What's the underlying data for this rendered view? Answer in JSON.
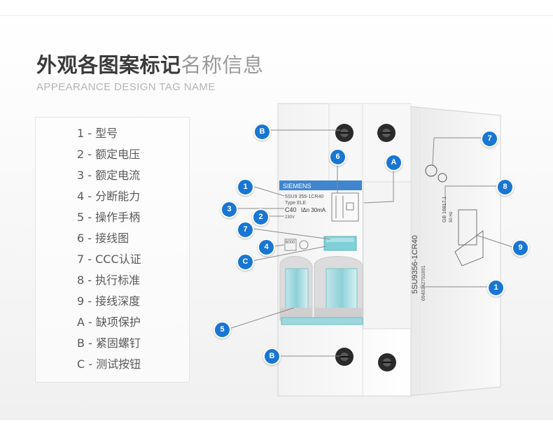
{
  "header": {
    "title_dark": "外观各图案标记",
    "title_light": "名称信息",
    "subtitle": "APPEARANCE DESIGN TAG NAME"
  },
  "legend": {
    "items": [
      {
        "key": "1",
        "label": "1 - 型号"
      },
      {
        "key": "2",
        "label": "2 - 额定电压"
      },
      {
        "key": "3",
        "label": "3 - 额定电流"
      },
      {
        "key": "4",
        "label": "4 - 分断能力"
      },
      {
        "key": "5",
        "label": "5 - 操作手柄"
      },
      {
        "key": "6",
        "label": "6 - 接线图"
      },
      {
        "key": "7",
        "label": "7 - CCC认证"
      },
      {
        "key": "8",
        "label": "8 - 执行标准"
      },
      {
        "key": "9",
        "label": "9 - 接线深度"
      },
      {
        "key": "A",
        "label": "A - 缺项保护"
      },
      {
        "key": "B",
        "label": "B - 紧固螺钉"
      },
      {
        "key": "C",
        "label": "C - 测试按钮"
      }
    ]
  },
  "product": {
    "brand": "SIEMENS",
    "model": "5SU9 356-1CR40",
    "type": "Type ELE",
    "current": "C40",
    "residual": "IΔn 30mA",
    "voltage": "230V",
    "breaking": "6000",
    "side_model": "5SU9356-1CR40",
    "barcode": "6940342791891",
    "standard": "GB 16917.1",
    "frequency": "50 Hz"
  },
  "callouts": [
    {
      "id": "B-top",
      "text": "B"
    },
    {
      "id": "6",
      "text": "6"
    },
    {
      "id": "A",
      "text": "A"
    },
    {
      "id": "1-front",
      "text": "1"
    },
    {
      "id": "3",
      "text": "3"
    },
    {
      "id": "2",
      "text": "2"
    },
    {
      "id": "7-front",
      "text": "7"
    },
    {
      "id": "4",
      "text": "4"
    },
    {
      "id": "C",
      "text": "C"
    },
    {
      "id": "5",
      "text": "5"
    },
    {
      "id": "B-bottom",
      "text": "B"
    },
    {
      "id": "7-side",
      "text": "7"
    },
    {
      "id": "8",
      "text": "8"
    },
    {
      "id": "9",
      "text": "9"
    },
    {
      "id": "1-side",
      "text": "1"
    }
  ],
  "colors": {
    "callout": "#1976d2",
    "label_blue": "#3f86cf",
    "test_button": "#7fd0d8",
    "handle": "#9ed8de"
  }
}
